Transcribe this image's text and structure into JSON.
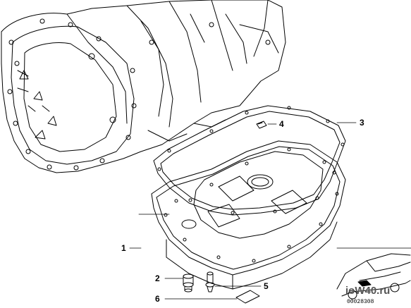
{
  "callouts": {
    "c1": "1",
    "c2": "2",
    "c3": "3",
    "c4": "4",
    "c5": "5",
    "c6": "6"
  },
  "watermark": "ioW40.ru",
  "diagram_id": "00028308",
  "colors": {
    "line": "#000000",
    "background": "#ffffff",
    "watermark": "#555555"
  }
}
